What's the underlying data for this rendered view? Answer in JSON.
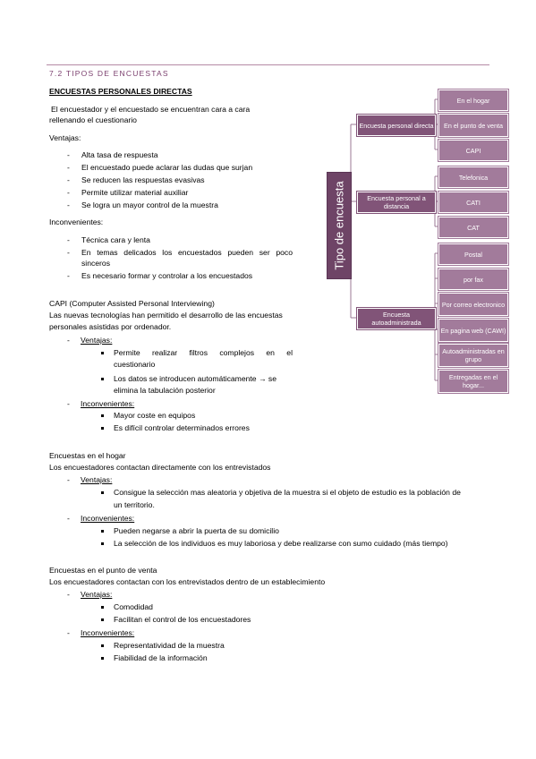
{
  "header": "7.2 TIPOS DE ENCUESTAS",
  "personales": {
    "title": "ENCUESTAS PERSONALES DIRECTAS",
    "intro_1": "El encuestador y el encuestado se encuentran cara a cara",
    "intro_2": "rellenando el cuestionario",
    "ventajas_label": "Ventajas:",
    "ventajas": [
      "Alta tasa de respuesta",
      "El encuestado puede aclarar las dudas que surjan",
      "Se reducen las respuestas evasivas",
      "Permite utilizar material auxiliar",
      "Se logra un mayor control de la muestra"
    ],
    "inconv_label": "Inconvenientes:",
    "inconv_1": "Técnica cara y lenta",
    "inconv_2a": "En temas delicados los encuestados pueden ser poco",
    "inconv_2b": "sinceros",
    "inconv_3": "Es necesario formar y controlar a los encuestados"
  },
  "capi": {
    "title": "CAPI (Computer Assisted Personal Interviewing)",
    "desc_1": "Las nuevas tecnologías han permitido el desarrollo de las encuestas",
    "desc_2": "personales asistidas por ordenador.",
    "ventajas_label": "Ventajas:",
    "v1a": "Permite realizar filtros complejos en el",
    "v1b": "cuestionario",
    "v2a": "Los datos se introducen automáticamente → se",
    "v2b": "elimina la tabulación posterior",
    "inconv_label": "Inconvenientes:",
    "i1": "Mayor coste en equipos",
    "i2": "Es difícil controlar determinados errores"
  },
  "hogar": {
    "title": "Encuestas en el hogar",
    "desc": "Los encuestadores contactan directamente con los entrevistados",
    "ventajas_label": "Ventajas:",
    "v1a": "Consigue la selección mas aleatoria y objetiva de la muestra si el objeto de estudio es la población de",
    "v1b": "un territorio.",
    "inconv_label": "Inconvenientes:",
    "i1": "Pueden negarse a abrir la puerta de su domicilio",
    "i2": "La selección de los individuos es muy laboriosa y debe realizarse con sumo cuidado (más tiempo)"
  },
  "venta": {
    "title": "Encuestas en el punto de venta",
    "desc": "Los encuestadores contactan con los entrevistados dentro de un establecimiento",
    "ventajas_label": "Ventajas:",
    "v1": "Comodidad",
    "v2": "Facilitan el control de los encuestadores",
    "inconv_label": "Inconvenientes:",
    "i1": "Representatividad de la muestra",
    "i2": "Fiabilidad de la información"
  },
  "diagram": {
    "root": "Tipo de encuesta",
    "mid": [
      "Encuesta personal directa",
      "Encuesta personal a distancia",
      "Encuesta autoadministrada"
    ],
    "leaves": [
      "En el hogar",
      "En el punto de venta",
      "CAPI",
      "Telefonica",
      "CATI",
      "CAT",
      "Postal",
      "por fax",
      "Por correo electronico",
      "En pagina web (CAWI)",
      "Autoadministradas en grupo",
      "Entregadas en el hogar..."
    ]
  },
  "colors": {
    "root": "#6e4466",
    "mid": "#815478",
    "leaf": "#a27b9b",
    "header": "#7b3f6e"
  }
}
